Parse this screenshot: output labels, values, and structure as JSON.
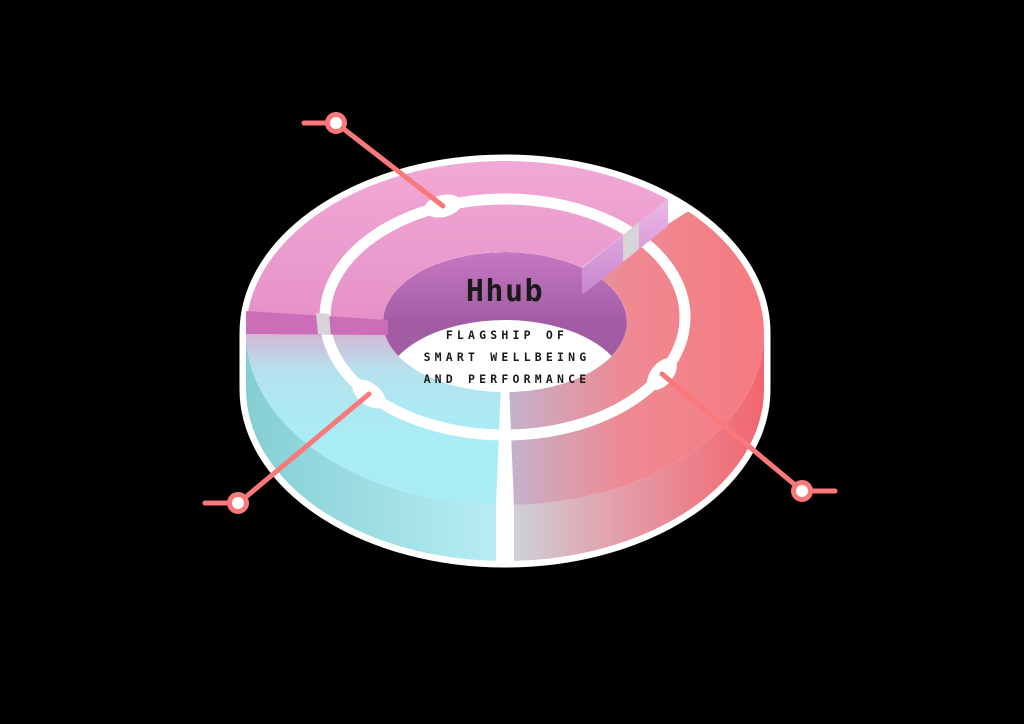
{
  "center": {
    "title": "Hhub",
    "tagline_lines": [
      "FLAGSHIP OF",
      "SMART WELLBEING",
      "AND PERFORMANCE"
    ]
  },
  "colors": {
    "background": "#000000",
    "outline": "#ffffff",
    "ring_track": "#ffffff",
    "hole_floor": "#ffffff",
    "text": "#1a1a1a",
    "callout": "#f97879",
    "groove": "#d8d2d9",
    "pink_top": [
      "#f2a9d6",
      "#e38ec5"
    ],
    "pink_cut_left": "#cc6db7",
    "pink_cut_right": [
      "#edbae5",
      "#c783d0"
    ],
    "inner_wall": [
      "#c678c2",
      "#a15ca4"
    ],
    "cyan_top": [
      "#dfa6cc",
      "#b5e2ee",
      "#a9ecf6"
    ],
    "cyan_side": [
      "#84cfd3",
      "#b9eef5"
    ],
    "red_top": [
      "#c3b3cd",
      "#ee8a93",
      "#f67a81"
    ],
    "red_side": [
      "#ccd5da",
      "#e2a2ae",
      "#f3656e"
    ]
  },
  "segments": [
    {
      "id": "pink",
      "start_deg": 180,
      "end_deg": 309
    },
    {
      "id": "red",
      "start_deg": -45,
      "end_deg": 88
    },
    {
      "id": "cyan",
      "start_deg": 92,
      "end_deg": 180
    }
  ],
  "callouts": [
    {
      "id": "top-left"
    },
    {
      "id": "bottom-left"
    },
    {
      "id": "bottom-right"
    }
  ]
}
